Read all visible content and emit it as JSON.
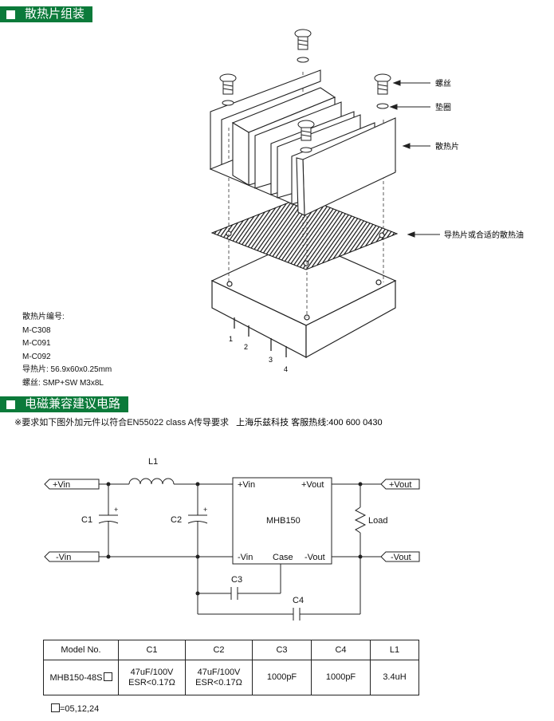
{
  "section1": {
    "title": "散热片组装"
  },
  "assembly": {
    "callouts": {
      "screw": "螺丝",
      "washer": "垫圈",
      "heatsink": "散热片",
      "pad": "导热片或合适的散热油"
    },
    "pins": [
      "1",
      "2",
      "3",
      "4"
    ]
  },
  "spec": {
    "label": "散热片编号:",
    "models": [
      "M-C308",
      "M-C091",
      "M-C092"
    ],
    "pad": "导热片: 56.9x60x0.25mm",
    "screw": "螺丝: SMP+SW M3x8L"
  },
  "section2": {
    "title": "电磁兼容建议电路"
  },
  "note": {
    "text": "※要求如下图外加元件以符合EN55022 class A传导要求",
    "company": "上海乐兹科技 客服热线:400 600 0430"
  },
  "circuit": {
    "in_pos": "+Vin",
    "in_neg": "-Vin",
    "out_pos": "+Vout",
    "out_neg": "-Vout",
    "L1": "L1",
    "C1": "C1",
    "C2": "C2",
    "C3": "C3",
    "C4": "C4",
    "plus": "+",
    "module": "MHB150",
    "pin_in_pos": "+Vin",
    "pin_in_neg": "-Vin",
    "pin_out_pos": "+Vout",
    "pin_out_neg": "-Vout",
    "pin_case": "Case",
    "load": "Load"
  },
  "table": {
    "headers": [
      "Model No.",
      "C1",
      "C2",
      "C3",
      "C4",
      "L1"
    ],
    "row": {
      "model": "MHB150-48S",
      "c1_a": "47uF/100V",
      "c1_b": "ESR<0.17Ω",
      "c2_a": "47uF/100V",
      "c2_b": "ESR<0.17Ω",
      "c3": "1000pF",
      "c4": "1000pF",
      "l1": "3.4uH"
    }
  },
  "footnote": "=05,12,24"
}
